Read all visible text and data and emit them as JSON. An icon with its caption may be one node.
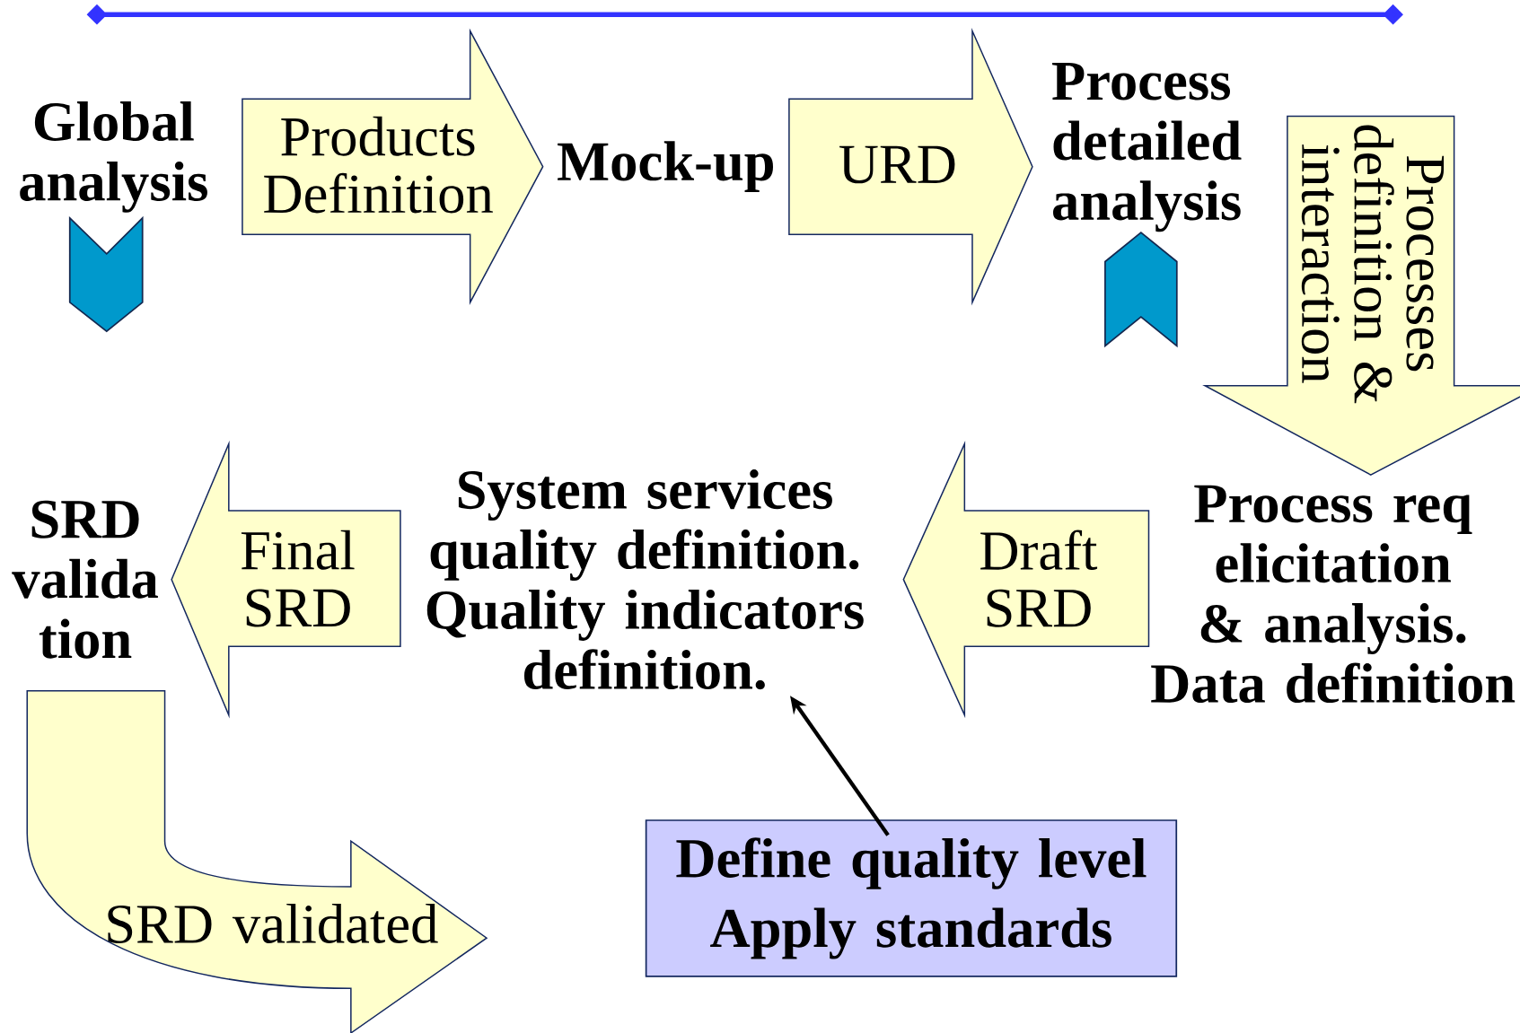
{
  "diagram": {
    "nodes": [
      {
        "text": [
          "Global analysis"
        ]
      },
      {
        "text": [
          "Products Definition"
        ]
      },
      {
        "text": [
          "Mock-up"
        ]
      },
      {
        "text": [
          "URD"
        ]
      },
      {
        "text": [
          "Process detailed analysis"
        ]
      },
      {
        "text": [
          "Processes definition & interaction"
        ]
      },
      {
        "text": [
          "Process req elicitation & analysis.",
          "Data definition"
        ]
      },
      {
        "text": [
          "Draft SRD"
        ]
      },
      {
        "text": [
          "System services quality definition. Quality indicators definition."
        ]
      },
      {
        "text": [
          "Final SRD"
        ]
      },
      {
        "text": [
          "SRD valida tion"
        ]
      },
      {
        "text": [
          "SRD validated"
        ]
      },
      {
        "text": [
          "Define quality level",
          "Apply standards"
        ]
      },
      {
        "text": [],
        "shape": "chevron"
      },
      {
        "text": [],
        "shape": "chevron"
      }
    ],
    "edges": [
      {
        "from": 12,
        "to": 8,
        "arrow": "to"
      }
    ]
  }
}
